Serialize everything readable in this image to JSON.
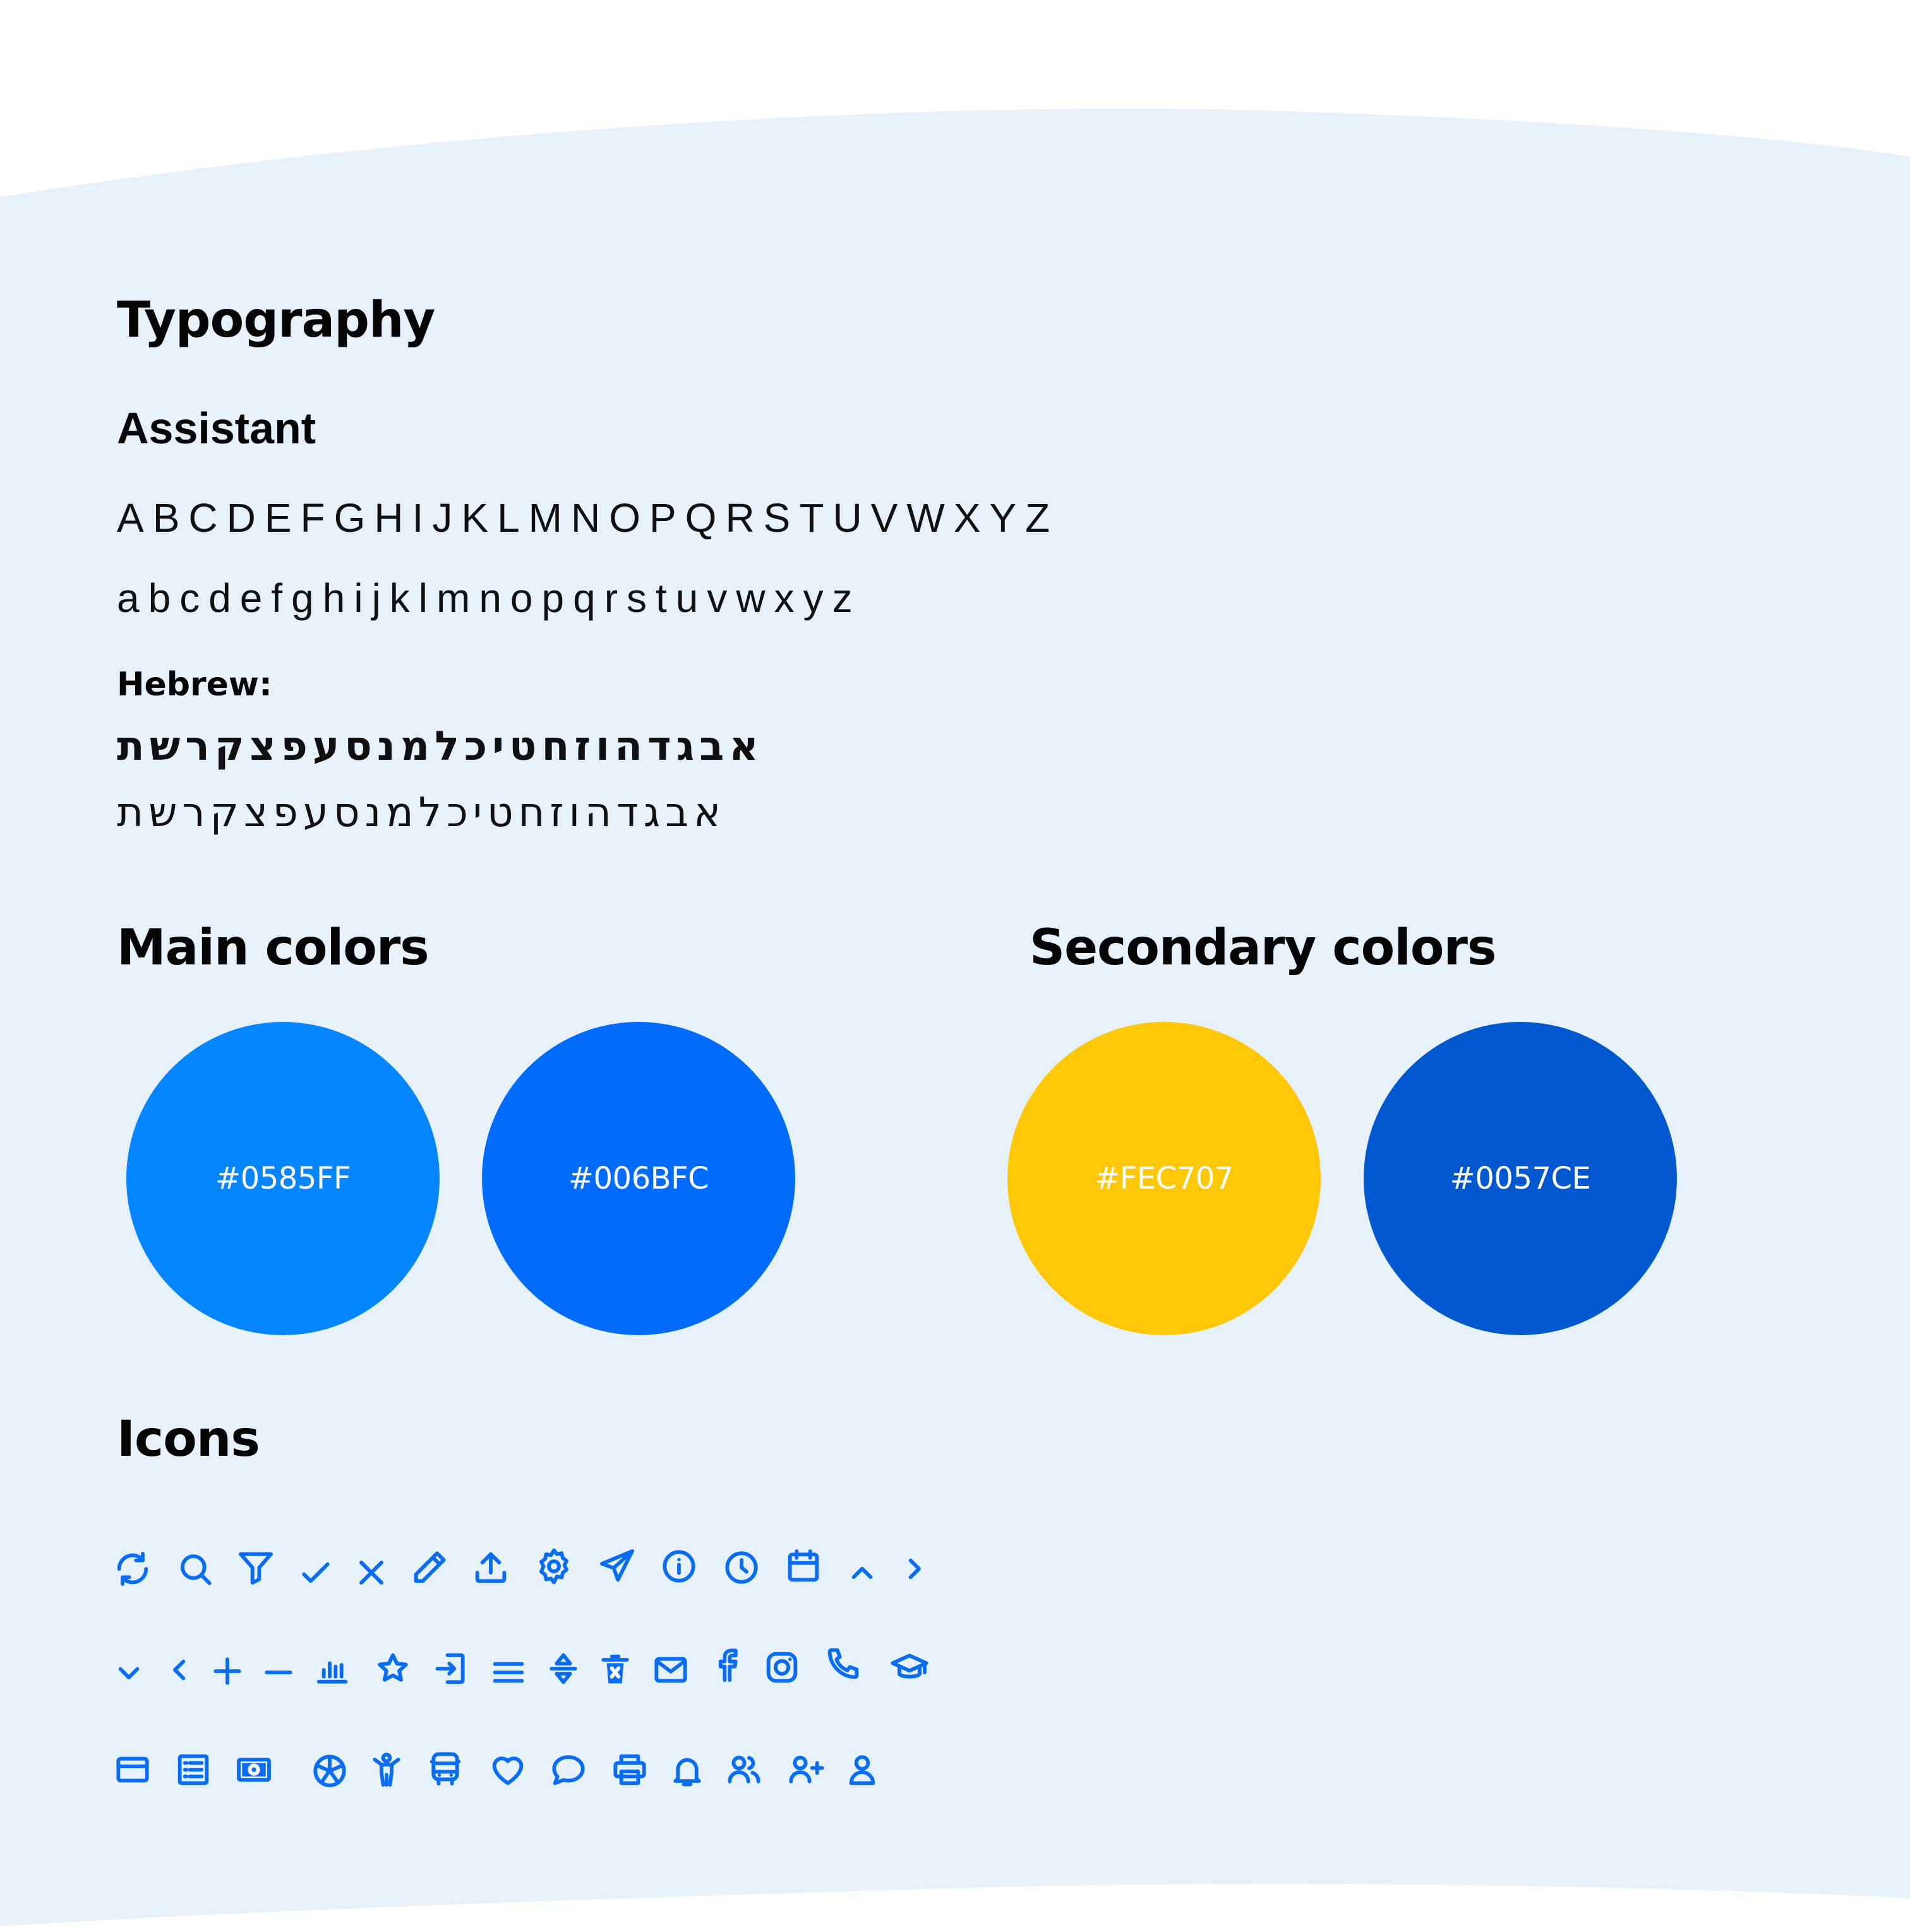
{
  "typography": {
    "heading": "Typography",
    "font_name": "Assistant",
    "uppercase": "ABCDEFGHIJKLMNOPQRSTUVWXYZ",
    "lowercase": "abcdefghijklmnopqrstuvwxyz",
    "hebrew_label": "Hebrew:",
    "hebrew_bold": "אבגדהוזחטיכלמנסעפצקרשת",
    "hebrew_regular": "אבגדהוזחטיכלמנסעפצקרשת"
  },
  "main_colors": {
    "heading": "Main colors",
    "swatches": [
      {
        "hex": "#0585FF",
        "label": "#0585FF"
      },
      {
        "hex": "#006BFC",
        "label": "#006BFC"
      }
    ]
  },
  "secondary_colors": {
    "heading": "Secondary colors",
    "swatches": [
      {
        "hex": "#FEC707",
        "label": "#FEC707"
      },
      {
        "hex": "#0057CE",
        "label": "#0057CE"
      }
    ]
  },
  "icons": {
    "heading": "Icons",
    "color": "#0A6CF0",
    "background": "#E7F1FA",
    "rows": [
      [
        "refresh-icon",
        "search-icon",
        "filter-icon",
        "check-icon",
        "close-icon",
        "pencil-icon",
        "upload-icon",
        "gear-icon",
        "send-icon",
        "info-icon",
        "clock-icon",
        "calendar-icon",
        "chevron-up-icon",
        "chevron-right-icon"
      ],
      [
        "chevron-down-icon",
        "chevron-left-icon",
        "plus-icon",
        "minus-icon",
        "bar-chart-icon",
        "star-icon",
        "login-icon",
        "menu-icon",
        "sort-icon",
        "trash-icon",
        "mail-icon",
        "facebook-icon",
        "instagram-icon",
        "phone-icon",
        "graduation-cap-icon"
      ],
      [
        "credit-card-icon",
        "document-list-icon",
        "banknote-icon",
        "soccer-ball-icon",
        "child-icon",
        "bus-icon",
        "heart-icon",
        "chat-bubble-icon",
        "printer-icon",
        "bell-icon",
        "users-icon",
        "user-plus-icon",
        "user-icon"
      ]
    ]
  }
}
